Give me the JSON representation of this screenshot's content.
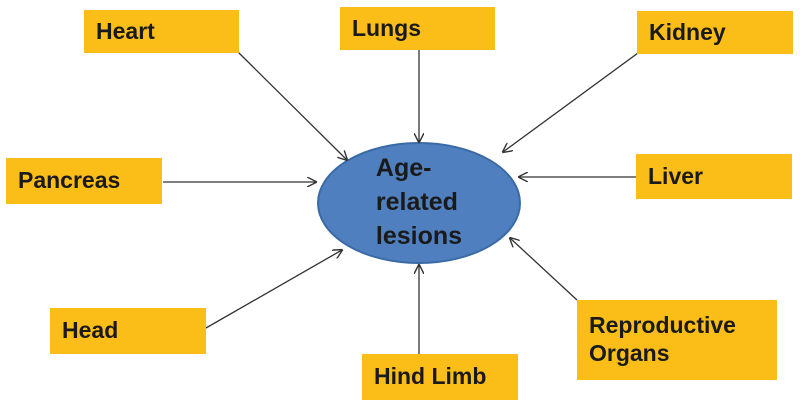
{
  "center": {
    "label": "Age-\nrelated\nlesions"
  },
  "nodes": [
    {
      "id": "heart",
      "label": "Heart"
    },
    {
      "id": "lungs",
      "label": "Lungs"
    },
    {
      "id": "kidney",
      "label": "Kidney"
    },
    {
      "id": "pancreas",
      "label": "Pancreas"
    },
    {
      "id": "liver",
      "label": "Liver"
    },
    {
      "id": "head",
      "label": "Head"
    },
    {
      "id": "hind-limb",
      "label": "Hind Limb"
    },
    {
      "id": "reproductive-organs",
      "label": "Reproductive\nOrgans"
    }
  ],
  "colors": {
    "box_fill": "#fbbd18",
    "ellipse_fill": "#4f7fbe",
    "ellipse_stroke": "#3a6aa6",
    "arrow": "#333333"
  }
}
